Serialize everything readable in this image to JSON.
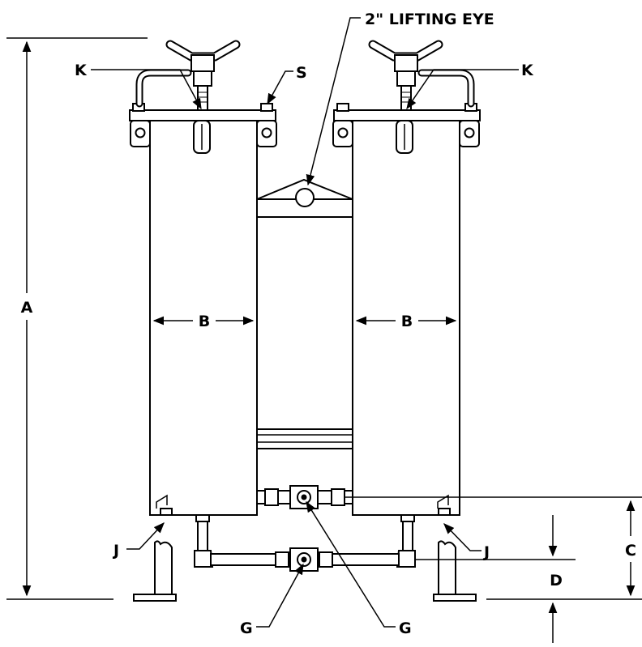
{
  "labels": {
    "lifting_eye": "2\" LIFTING EYE",
    "dim_a": "A",
    "dim_b_left": "B",
    "dim_b_right": "B",
    "dim_c": "C",
    "dim_d": "D",
    "callout_k_left": "K",
    "callout_k_right": "K",
    "callout_s": "S",
    "callout_j_left": "J",
    "callout_j_right": "J",
    "callout_g_lower": "G",
    "callout_g_upper": "G"
  },
  "colors": {
    "line": "#000000",
    "fill": "#ffffff",
    "shade": "#d9d9d9"
  }
}
